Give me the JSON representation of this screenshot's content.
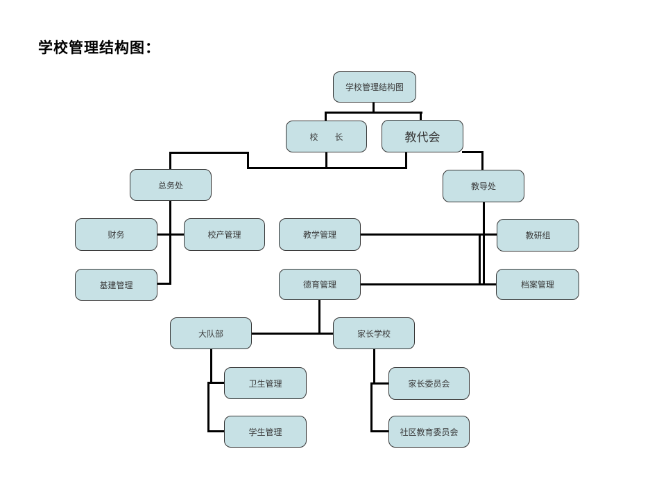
{
  "page_title": "学校管理结构图：",
  "diagram": {
    "nodes": {
      "root": {
        "label": "学校管理结构图"
      },
      "principal": {
        "label": "校　　长"
      },
      "teachers_congress": {
        "label": "教代会"
      },
      "general_affairs": {
        "label": "总务处"
      },
      "dean_office": {
        "label": "教导处"
      },
      "finance": {
        "label": "财务"
      },
      "property": {
        "label": "校产管理"
      },
      "teaching_mgmt": {
        "label": "教学管理"
      },
      "research_group": {
        "label": "教研组"
      },
      "infrastructure": {
        "label": "基建管理"
      },
      "moral_mgmt": {
        "label": "德育管理"
      },
      "archives": {
        "label": "档案管理"
      },
      "brigade": {
        "label": "大队部"
      },
      "parent_school": {
        "label": "家长学校"
      },
      "health": {
        "label": "卫生管理"
      },
      "student_mgmt": {
        "label": "学生管理"
      },
      "parent_committee": {
        "label": "家长委员会"
      },
      "community_committee": {
        "label": "社区教育委员会"
      }
    },
    "edges": [
      [
        "root",
        "principal"
      ],
      [
        "root",
        "teachers_congress"
      ],
      [
        "principal",
        "general_affairs"
      ],
      [
        "teachers_congress",
        "general_affairs"
      ],
      [
        "teachers_congress",
        "dean_office"
      ],
      [
        "general_affairs",
        "finance"
      ],
      [
        "general_affairs",
        "property"
      ],
      [
        "general_affairs",
        "infrastructure"
      ],
      [
        "dean_office",
        "teaching_mgmt"
      ],
      [
        "dean_office",
        "research_group"
      ],
      [
        "dean_office",
        "moral_mgmt"
      ],
      [
        "dean_office",
        "archives"
      ],
      [
        "moral_mgmt",
        "brigade"
      ],
      [
        "moral_mgmt",
        "parent_school"
      ],
      [
        "brigade",
        "health"
      ],
      [
        "brigade",
        "student_mgmt"
      ],
      [
        "parent_school",
        "parent_committee"
      ],
      [
        "parent_school",
        "community_committee"
      ]
    ],
    "colors": {
      "node_fill": "#c7e1e5",
      "node_border": "#333333",
      "line": "#000000"
    }
  }
}
